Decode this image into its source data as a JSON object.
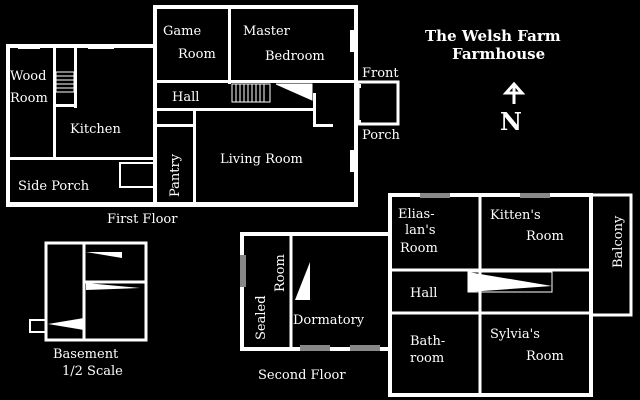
{
  "title": {
    "line1": "The Welsh Farm",
    "line2": "Farmhouse"
  },
  "compass": {
    "label": "N",
    "icon": "north-arrow-icon"
  },
  "first_floor": {
    "caption": "First Floor",
    "rooms": {
      "game_room_1": "Game",
      "game_room_2": "Room",
      "master_bedroom_1": "Master",
      "master_bedroom_2": "Bedroom",
      "wood_room_1": "Wood",
      "wood_room_2": "Room",
      "kitchen": "Kitchen",
      "hall": "Hall",
      "front": "Front",
      "porch": "Porch",
      "pantry": "Pantry",
      "living_room": "Living Room",
      "side_porch": "Side Porch"
    }
  },
  "basement": {
    "caption_1": "Basement",
    "caption_2": "1/2 Scale"
  },
  "second_floor": {
    "caption": "Second Floor",
    "rooms": {
      "sealed": "Sealed",
      "sealed_room": "Room",
      "dormatory": "Dormatory",
      "elias_1": "Elias-",
      "elias_2": "lan's",
      "elias_3": "Room",
      "kitten_1": "Kitten's",
      "kitten_2": "Room",
      "balcony": "Balcony",
      "hall": "Hall",
      "bath_1": "Bath-",
      "bath_2": "room",
      "sylvia_1": "Sylvia's",
      "sylvia_2": "Room"
    }
  }
}
